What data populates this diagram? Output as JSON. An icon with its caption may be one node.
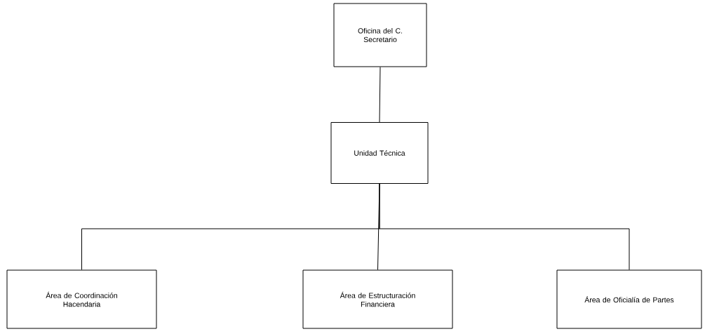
{
  "diagram": {
    "nodes": [
      {
        "text": [
          "Oficina del C. Secretario"
        ]
      },
      {
        "text": [
          "Unidad Técnica"
        ]
      },
      {
        "text": [
          "Área de Coordinación Hacendaria"
        ]
      },
      {
        "text": [
          "Área de Estructuración Financiera"
        ]
      },
      {
        "text": [
          "Área de Oficialía de Partes"
        ]
      }
    ],
    "edges": [
      {
        "from": 0,
        "to": 1,
        "arrow": "none"
      },
      {
        "from": 1,
        "to": 2,
        "arrow": "none"
      },
      {
        "from": 1,
        "to": 3,
        "arrow": "none"
      },
      {
        "from": 1,
        "to": 4,
        "arrow": "none"
      }
    ]
  }
}
